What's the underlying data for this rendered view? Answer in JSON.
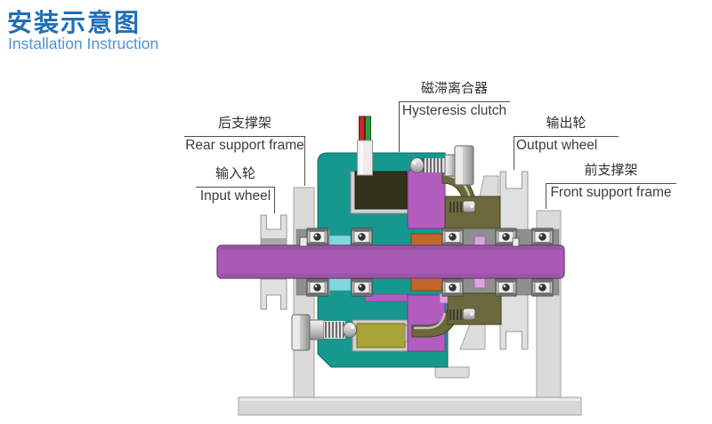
{
  "title": {
    "zh": "安装示意图",
    "en": "Installation Instruction"
  },
  "labels": {
    "hysteresis_clutch": {
      "zh": "磁滞离合器",
      "en": "Hysteresis clutch"
    },
    "rear_support_frame": {
      "zh": "后支撑架",
      "en": "Rear support frame"
    },
    "input_wheel": {
      "zh": "输入轮",
      "en": "Input wheel"
    },
    "output_wheel": {
      "zh": "输出轮",
      "en": "Output wheel"
    },
    "front_support_frame": {
      "zh": "前支撑架",
      "en": "Front support frame"
    }
  },
  "colors": {
    "title_blue": "#1f6fb5",
    "subtitle_blue": "#4f93d3",
    "housing_teal": "#16988e",
    "shaft_purple": "#a75bb3",
    "rotor_purple": "#b25dbe",
    "hub_olive": "#6b693c",
    "coil_dark": "#32321b",
    "coil_yellow": "#a8a435",
    "spacer_orange": "#c2672c",
    "ring_cyan": "#82d7de",
    "structure_gray": "#dadada",
    "spacer_gray": "#8f8f8f",
    "wire_red": "#c62828",
    "wire_green": "#2d9d38",
    "label_line": "#4f4f4f"
  },
  "diagram": {
    "parts": [
      "base-plate",
      "rear-support-column",
      "front-support-column",
      "input-wheel",
      "output-wheel",
      "stator-housing",
      "coil-top",
      "coil-bottom",
      "clutch-rotor",
      "output-hub",
      "main-shaft",
      "bearings",
      "fixing-screw-top",
      "fixing-screw-bottom",
      "set-screw-top",
      "set-screw-bottom",
      "cable-gland",
      "red-wire",
      "green-wire"
    ],
    "bearing_count": 10
  }
}
